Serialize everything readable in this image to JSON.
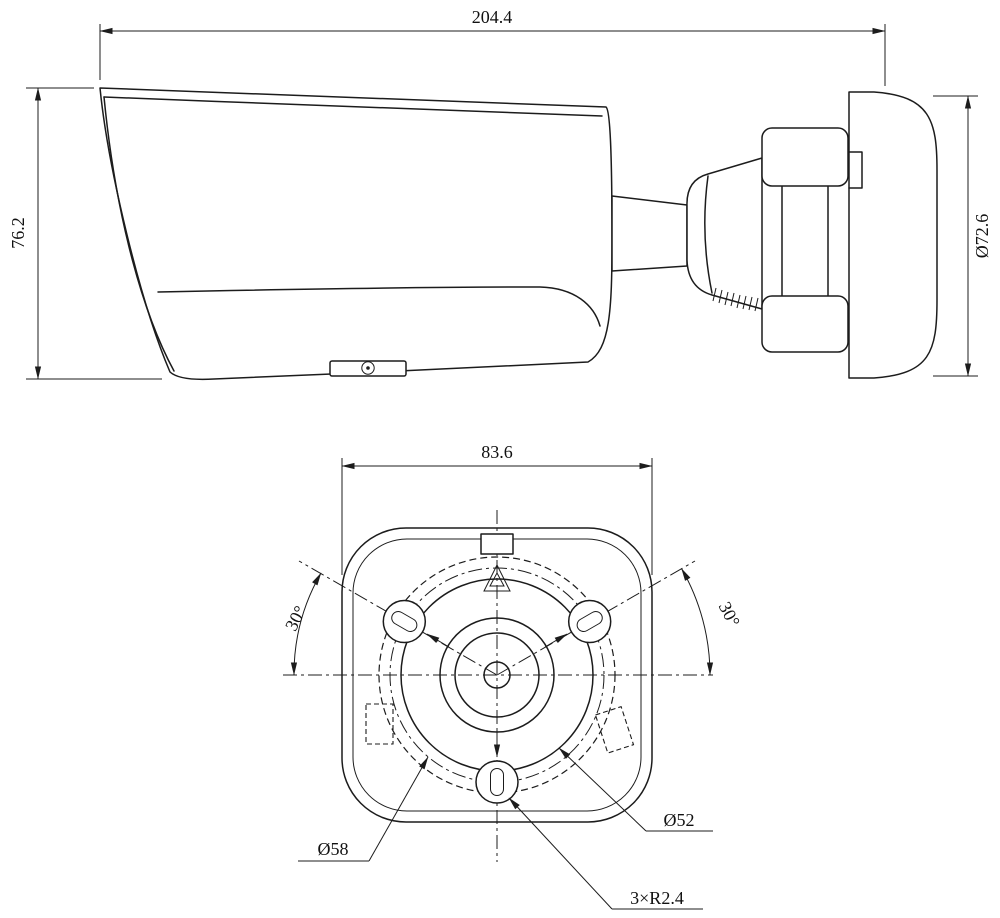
{
  "side_view": {
    "length": "204.4",
    "height": "76.2",
    "base_diameter": "Ø72.6"
  },
  "rear_view": {
    "width": "83.6",
    "angle_left": "30°",
    "angle_right": "30°",
    "bolt_circle": "Ø58",
    "boss_circle": "Ø52",
    "slot_radius": "3×R2.4"
  }
}
